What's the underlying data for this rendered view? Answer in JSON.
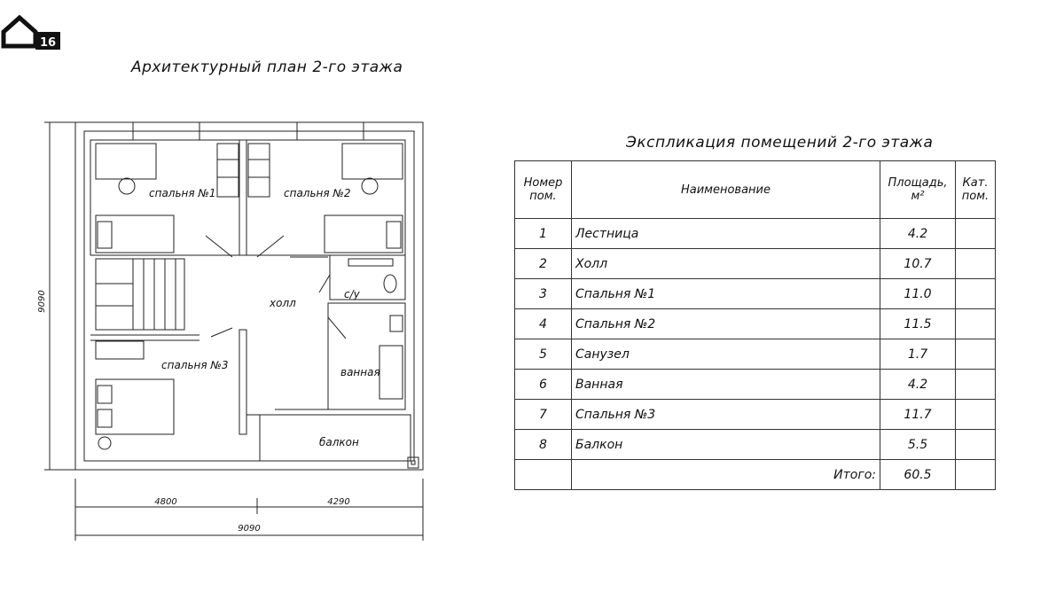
{
  "plan": {
    "title": "Архитектурный план 2-го этажа",
    "logo_number": "16",
    "rooms": {
      "bedroom1": "спальня №1",
      "bedroom2": "спальня №2",
      "bedroom3": "спальня №3",
      "hall": "холл",
      "wc": "с/у",
      "bath": "ванная",
      "balcony": "балкон"
    },
    "dimensions": {
      "total_height": "9090",
      "left_width": "4800",
      "right_width": "4290",
      "total_width": "9090"
    }
  },
  "explication": {
    "title": "Экспликация помещений 2-го этажа",
    "headers": {
      "num": "Номер пом.",
      "name": "Наименование",
      "area": "Площадь, м²",
      "cat": "Кат. пом."
    },
    "rows": [
      {
        "num": "1",
        "name": "Лестница",
        "area": "4.2",
        "cat": ""
      },
      {
        "num": "2",
        "name": "Холл",
        "area": "10.7",
        "cat": ""
      },
      {
        "num": "3",
        "name": "Спальня №1",
        "area": "11.0",
        "cat": ""
      },
      {
        "num": "4",
        "name": "Спальня №2",
        "area": "11.5",
        "cat": ""
      },
      {
        "num": "5",
        "name": "Санузел",
        "area": "1.7",
        "cat": ""
      },
      {
        "num": "6",
        "name": "Ванная",
        "area": "4.2",
        "cat": ""
      },
      {
        "num": "7",
        "name": "Спальня №3",
        "area": "11.7",
        "cat": ""
      },
      {
        "num": "8",
        "name": "Балкон",
        "area": "5.5",
        "cat": ""
      }
    ],
    "total_label": "Итого:",
    "total_value": "60.5"
  }
}
